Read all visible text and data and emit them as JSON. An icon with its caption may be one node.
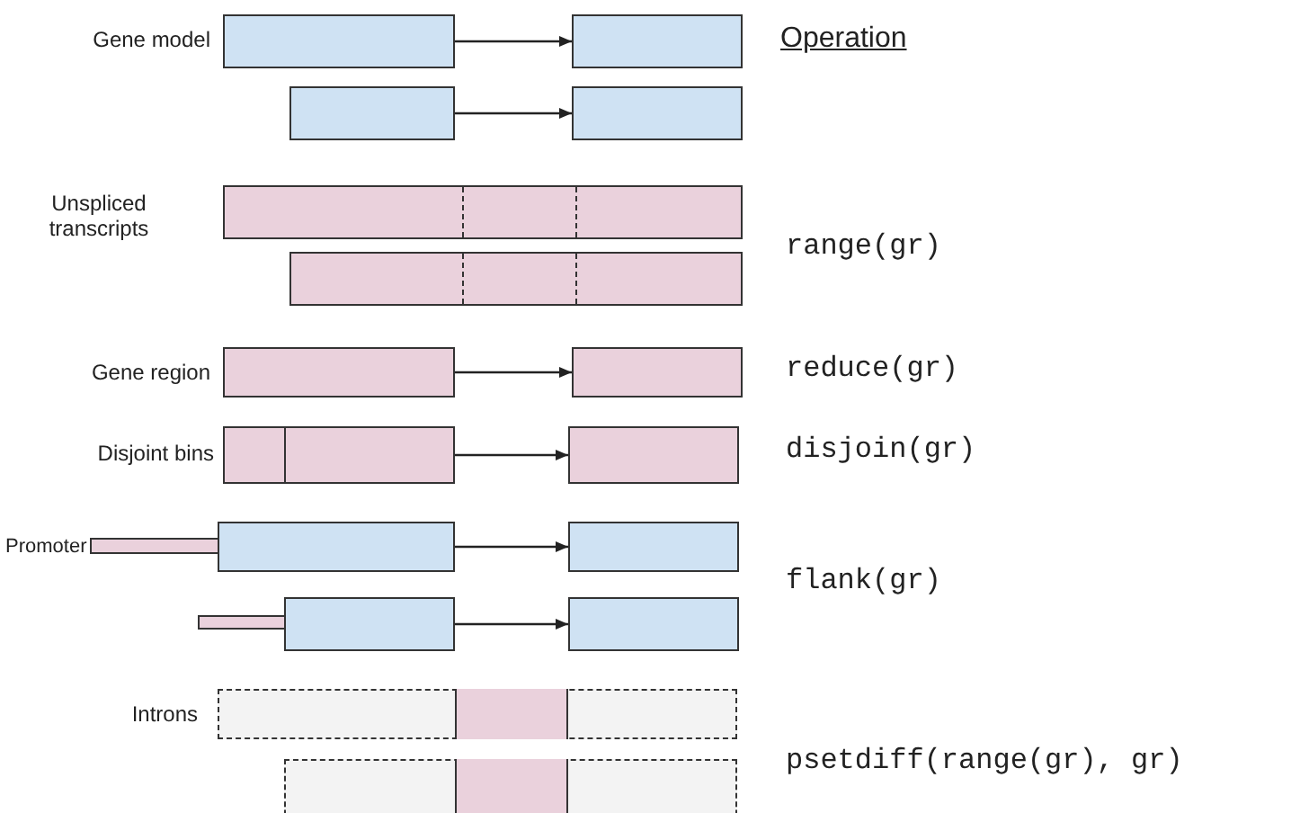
{
  "diagram": {
    "nodes": [
      {
        "text": [],
        "shape": "box"
      },
      {
        "text": [],
        "shape": "box"
      },
      {
        "text": [],
        "shape": "box"
      },
      {
        "text": [],
        "shape": "box"
      },
      {
        "text": [],
        "shape": "box"
      },
      {
        "text": [],
        "shape": "box"
      },
      {
        "text": [],
        "shape": "box"
      },
      {
        "text": [],
        "shape": "box"
      },
      {
        "text": [],
        "shape": "box"
      },
      {
        "text": [],
        "shape": "box"
      },
      {
        "text": [],
        "shape": "box"
      },
      {
        "text": [],
        "shape": "box"
      },
      {
        "text": [],
        "shape": "box"
      },
      {
        "text": [],
        "shape": "box"
      },
      {
        "text": [],
        "shape": "box"
      },
      {
        "text": [],
        "shape": "box"
      },
      {
        "text": [],
        "shape": "box"
      },
      {
        "text": [],
        "shape": "box"
      },
      {
        "text": [],
        "shape": "box",
        "in": 17
      },
      {
        "text": [],
        "shape": "box"
      },
      {
        "text": [],
        "shape": "box",
        "in": 19
      }
    ],
    "edges": [
      {
        "from": 0,
        "to": 1,
        "arrow": "to"
      },
      {
        "from": 2,
        "to": 3,
        "arrow": "to"
      },
      {
        "from": 6,
        "to": 7,
        "arrow": "to"
      },
      {
        "from": 9,
        "to": 10,
        "arrow": "to"
      },
      {
        "from": 12,
        "to": 13,
        "arrow": "to"
      },
      {
        "from": 15,
        "to": 16,
        "arrow": "to"
      }
    ],
    "labels": [
      "Gene model",
      "Operation",
      "Unspliced transcripts",
      "range(gr)",
      "Gene region",
      "reduce(gr)",
      "Disjoint bins",
      "disjoin(gr)",
      "Promoter",
      "flank(gr)",
      "Introns",
      "psetdiff(range(gr), gr)"
    ]
  }
}
